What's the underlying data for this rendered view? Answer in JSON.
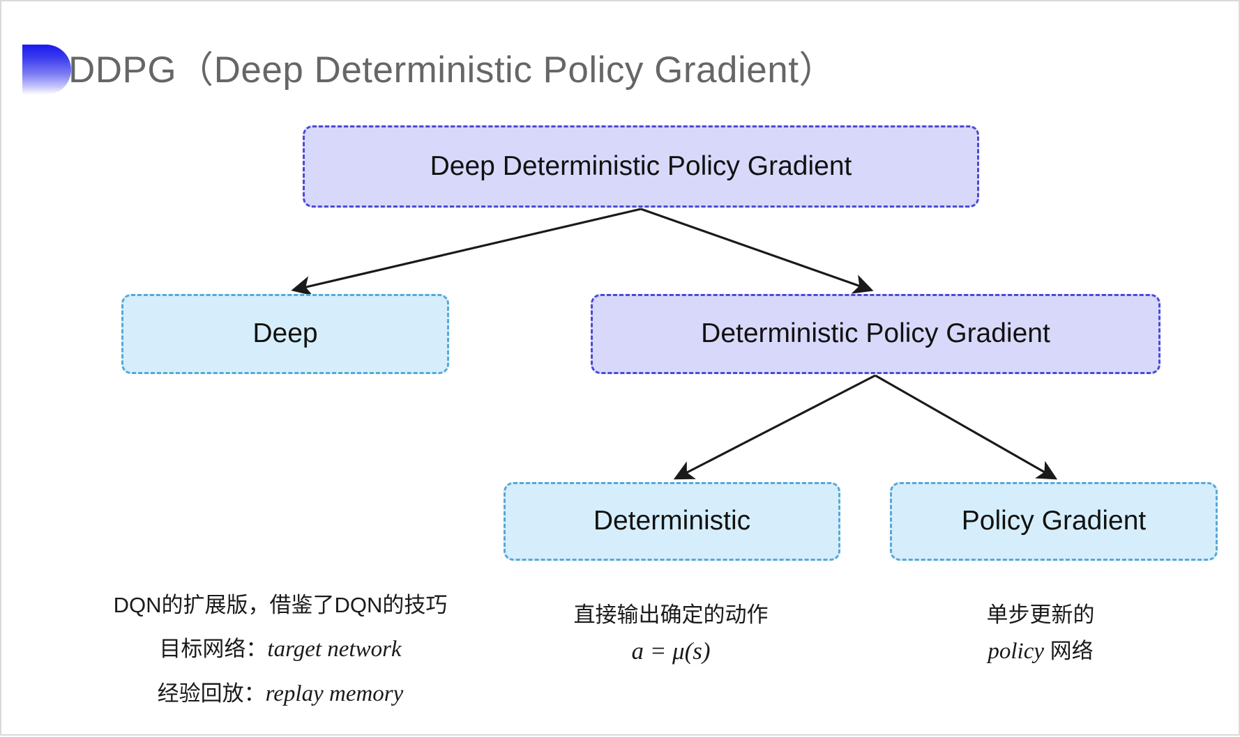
{
  "slide": {
    "title": "DDPG（Deep Deterministic Policy Gradient）",
    "bullet_icon": "half-circle-gradient-icon",
    "background_color": "#ffffff",
    "border_color": "#d9d9d9",
    "title_color": "#666666",
    "accent_color": "#3b3bef"
  },
  "palette": {
    "purple_fill": "#d8d8fa",
    "purple_border": "#4a49d6",
    "blue_fill": "#d6eefb",
    "blue_border": "#55a8d8",
    "arrow_color": "#1a1a1a"
  },
  "tree": {
    "root": {
      "label": "Deep Deterministic Policy Gradient",
      "style": "purple"
    },
    "level1": [
      {
        "label": "Deep",
        "style": "blue"
      },
      {
        "label": "Deterministic Policy Gradient",
        "style": "purple"
      }
    ],
    "level2": [
      {
        "label": "Deterministic",
        "style": "blue"
      },
      {
        "label": "Policy Gradient",
        "style": "blue"
      }
    ]
  },
  "captions": {
    "deep": {
      "line1": "DQN的扩展版，借鉴了DQN的技巧",
      "line2_label": "目标网络：",
      "line2_term": "target network",
      "line3_label": "经验回放：",
      "line3_term": "replay memory"
    },
    "deterministic": {
      "line1": "直接输出确定的动作",
      "formula": "a = μ(s)"
    },
    "policy_gradient": {
      "line1": "单步更新的",
      "line2_term": "policy",
      "line2_suffix": " 网络"
    }
  }
}
